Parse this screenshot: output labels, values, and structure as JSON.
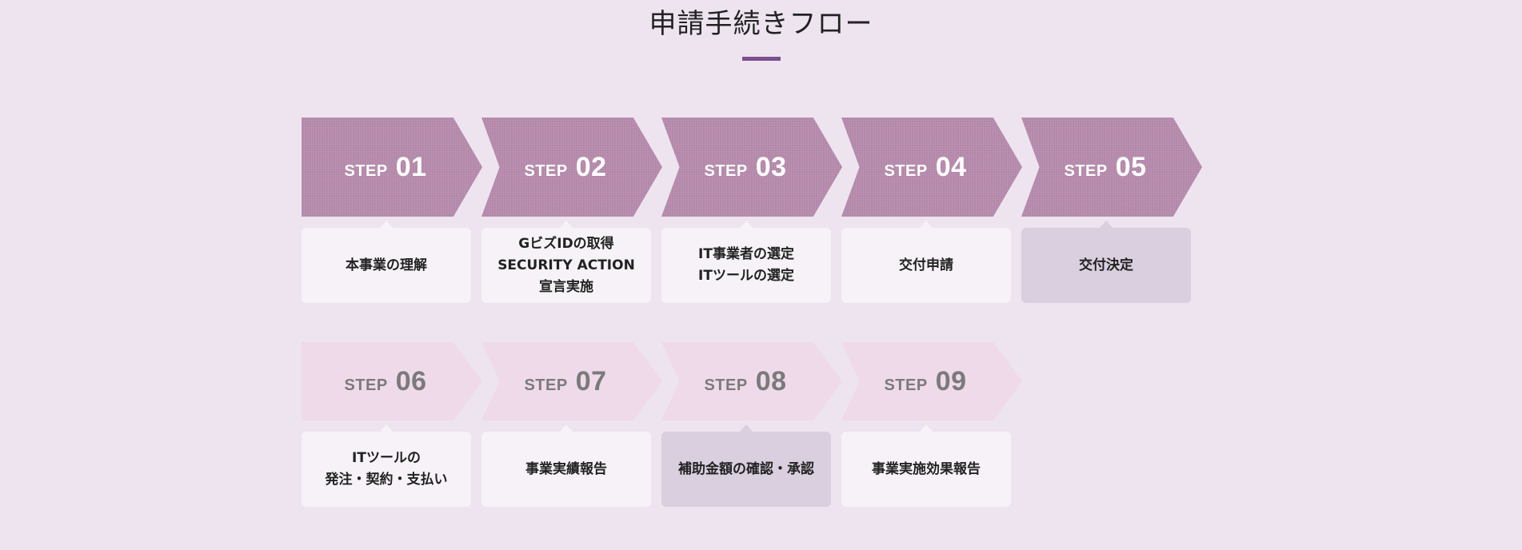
{
  "page": {
    "title": "申請手続きフロー",
    "accent_color": "#7d4f8f"
  },
  "flow": {
    "row1": [
      {
        "step_word": "STEP",
        "step_number": "01",
        "text": "本事業の理解",
        "highlighted": false
      },
      {
        "step_word": "STEP",
        "step_number": "02",
        "text": "GビズIDの取得\nSECURITY ACTION\n宣言実施",
        "highlighted": false
      },
      {
        "step_word": "STEP",
        "step_number": "03",
        "text": "IT事業者の選定\nITツールの選定",
        "highlighted": false
      },
      {
        "step_word": "STEP",
        "step_number": "04",
        "text": "交付申請",
        "highlighted": false
      },
      {
        "step_word": "STEP",
        "step_number": "05",
        "text": "交付決定",
        "highlighted": true
      }
    ],
    "row2": [
      {
        "step_word": "STEP",
        "step_number": "06",
        "text": "ITツールの\n発注・契約・支払い",
        "highlighted": false
      },
      {
        "step_word": "STEP",
        "step_number": "07",
        "text": "事業実績報告",
        "highlighted": false
      },
      {
        "step_word": "STEP",
        "step_number": "08",
        "text": "補助金額の確認・承認",
        "highlighted": true
      },
      {
        "step_word": "STEP",
        "step_number": "09",
        "text": "事業実施効果報告",
        "highlighted": false
      }
    ]
  },
  "colors": {
    "background": "#ede4f0",
    "row1_arrow": "#b387a9",
    "row2_arrow": "#efdaea",
    "card": "#f6f2f8",
    "card_highlight": "#d9cfde"
  }
}
